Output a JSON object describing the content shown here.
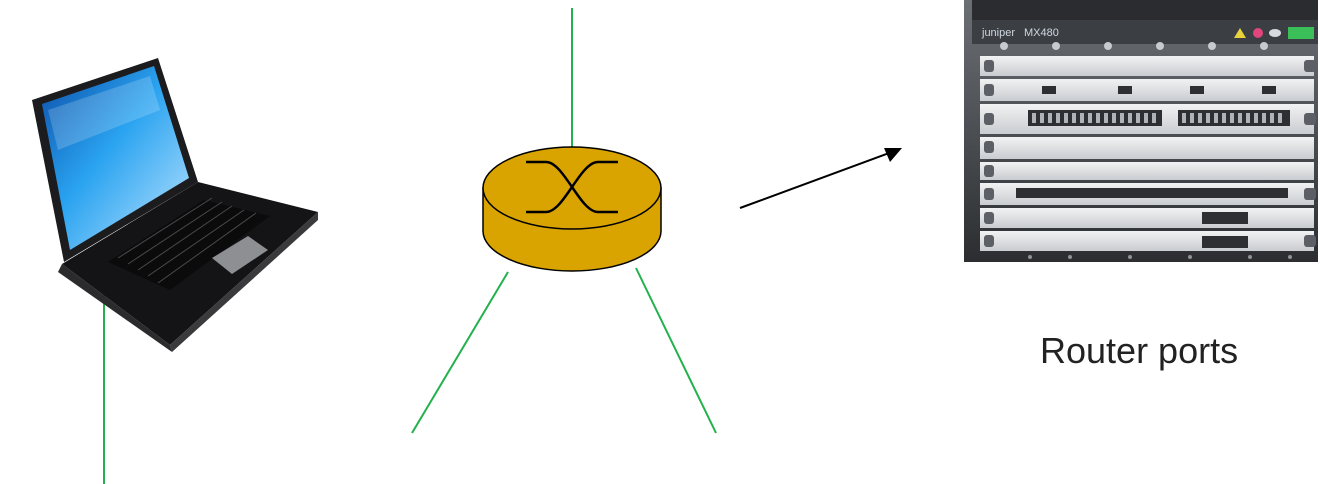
{
  "caption": "Router ports",
  "chassis": {
    "vendor_logo": "juniper",
    "model": "MX480"
  },
  "icons": {
    "laptop": "laptop-icon",
    "router": "router-icon",
    "chassis": "router-chassis-image",
    "arrow": "arrow-icon"
  },
  "colors": {
    "link_line": "#22b14c",
    "router_fill": "#d9a400",
    "router_stroke": "#000000",
    "arrow": "#000000",
    "chassis_body": "#3a3c3f",
    "laptop_screen": "#1f8fe0"
  }
}
